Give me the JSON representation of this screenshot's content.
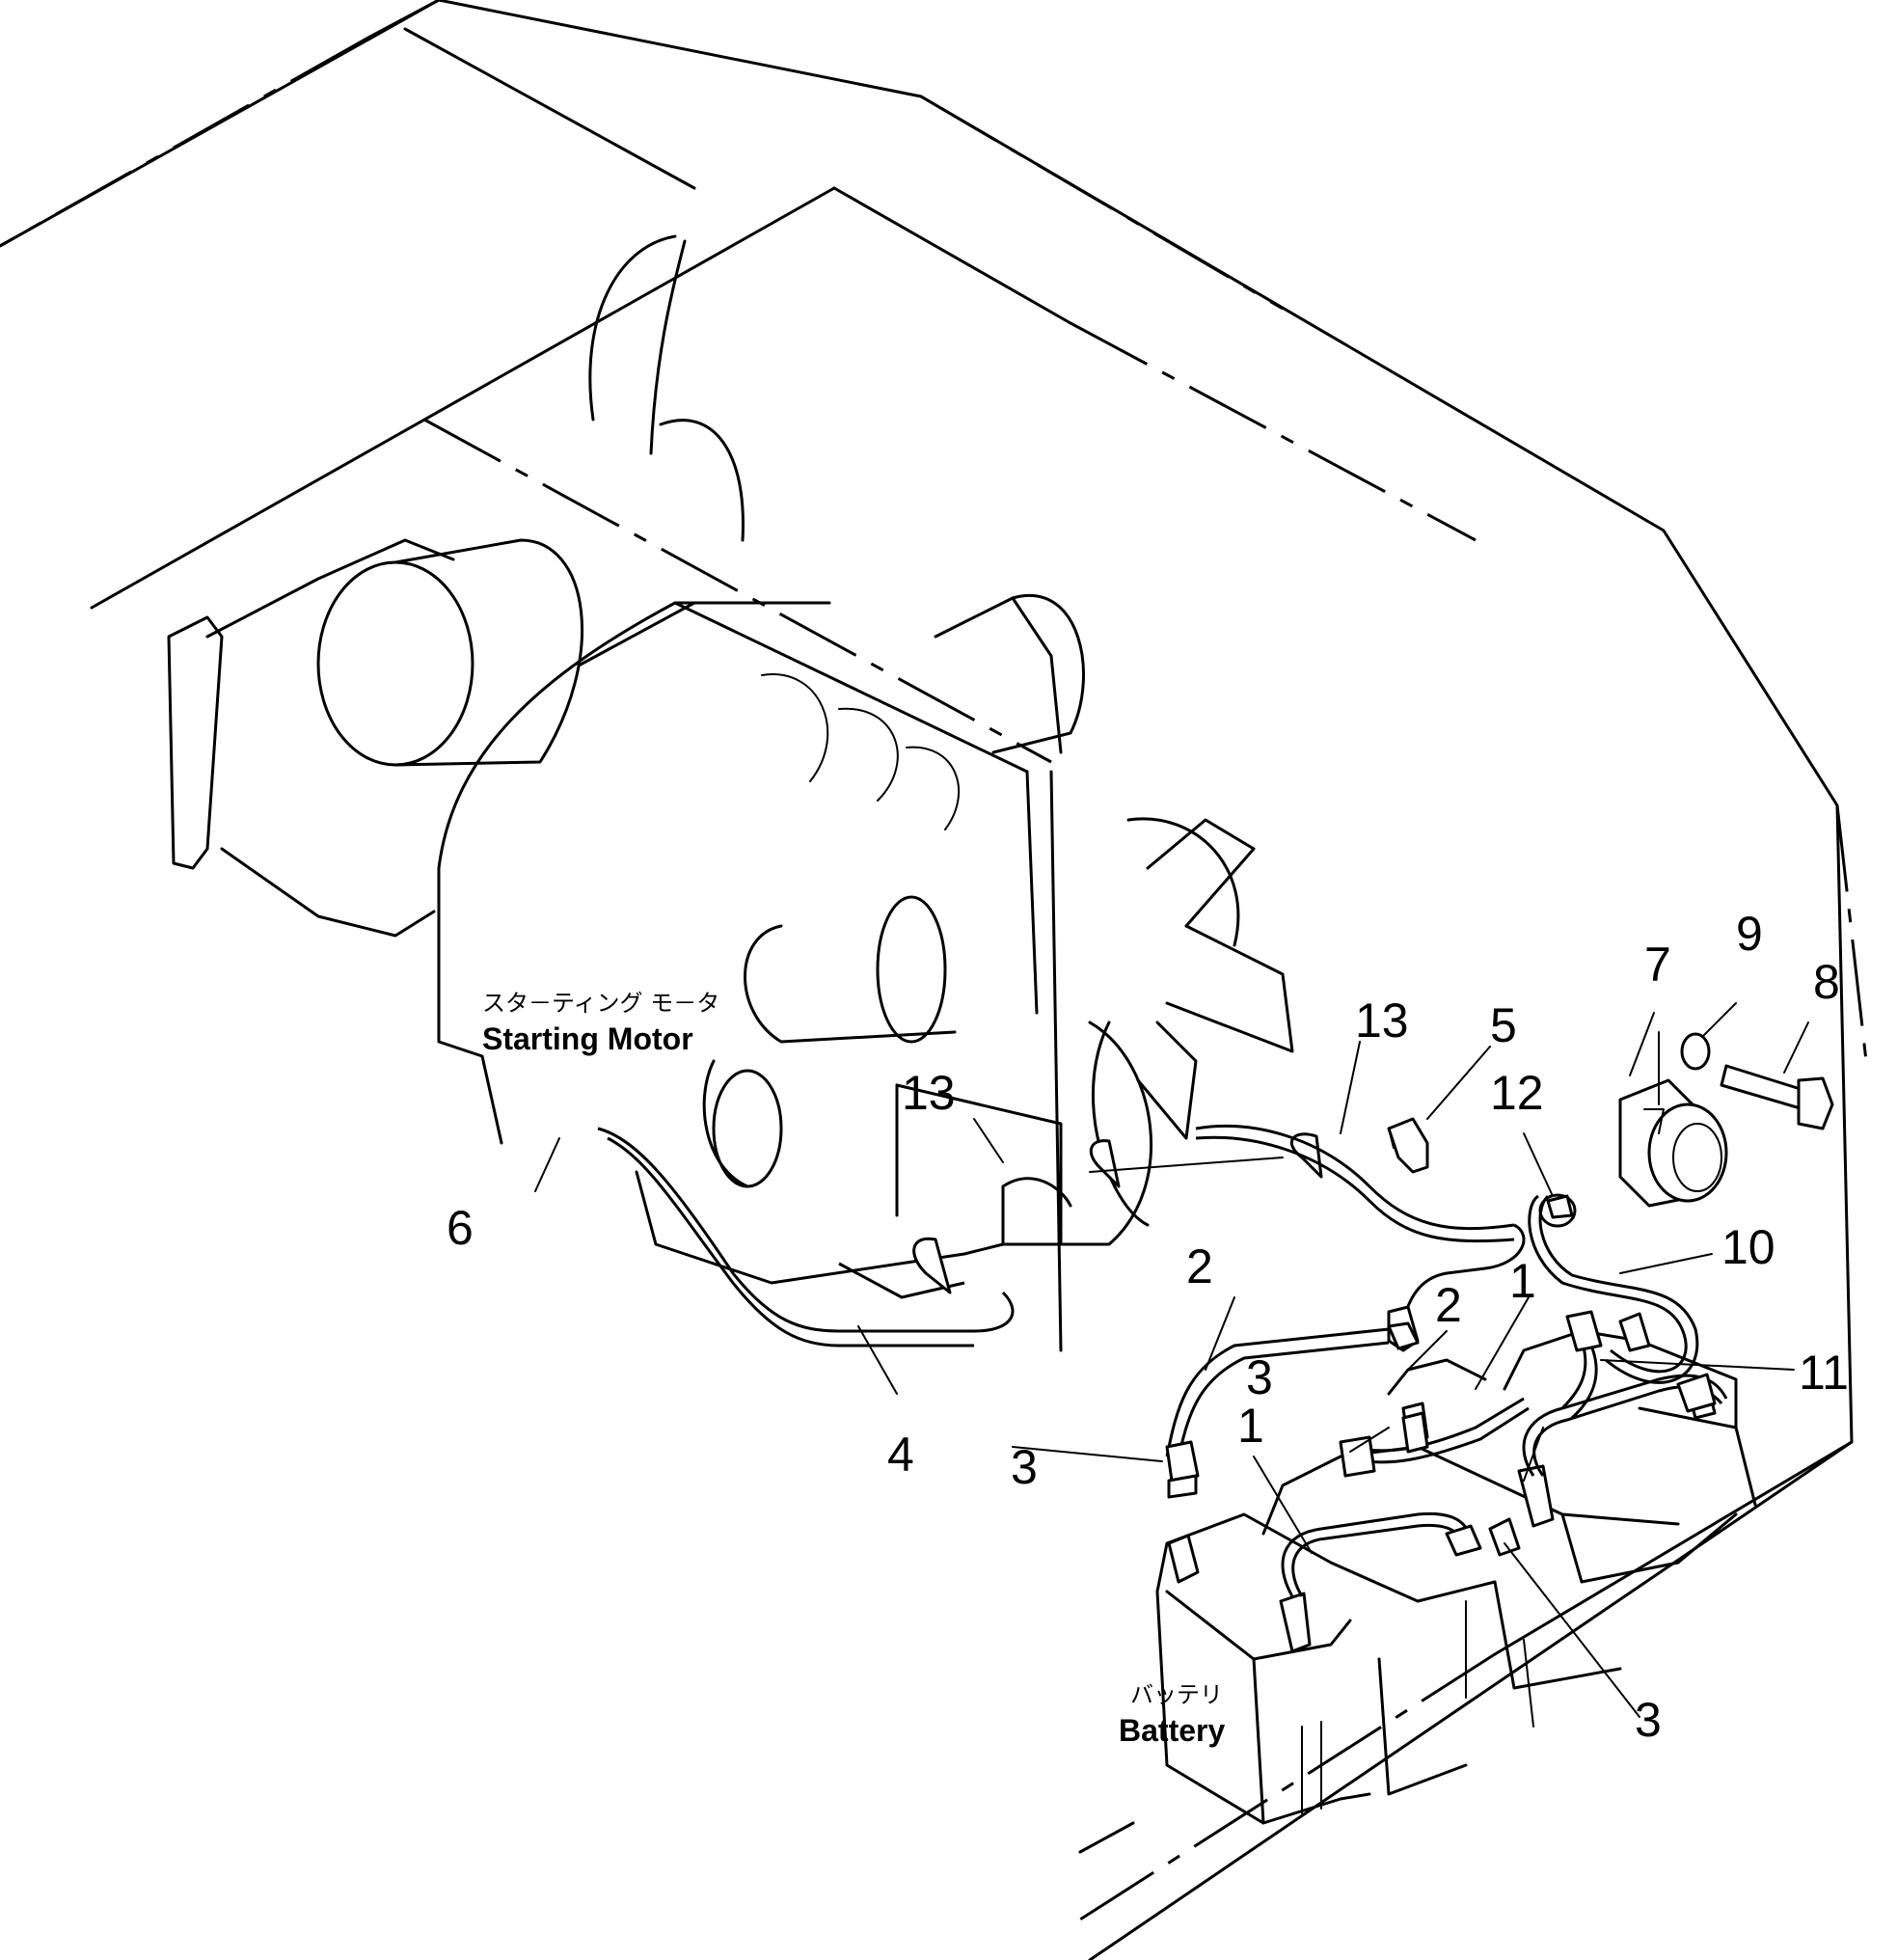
{
  "callouts": {
    "c1a": "1",
    "c1b": "1",
    "c2a": "2",
    "c2b": "2",
    "c3a": "3",
    "c3b": "3",
    "c3c": "3",
    "c4": "4",
    "c5": "5",
    "c6": "6",
    "c7": "7",
    "c8": "8",
    "c9": "9",
    "c10": "10",
    "c11": "11",
    "c12": "12",
    "c13a": "13",
    "c13b": "13"
  },
  "labels": {
    "starting_motor_jp": "スタ－ティング モ－タ",
    "starting_motor_en": "Starting Motor",
    "battery_jp": "バッテリ",
    "battery_en": "Battery"
  }
}
